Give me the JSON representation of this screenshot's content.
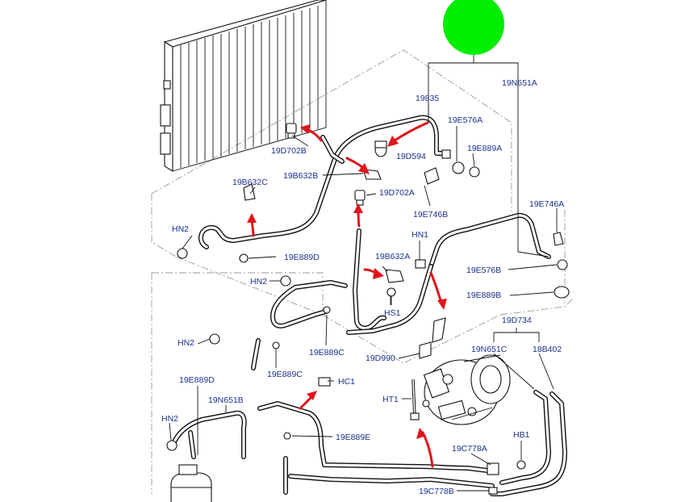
{
  "marker": {
    "color": "#00ee00"
  },
  "colors": {
    "label": "#1c2f8c",
    "arrow": "#e0141c",
    "line": "#111111"
  },
  "labels": {
    "l19835": "19835",
    "l19N651A": "19N651A",
    "l19E576A": "19E576A",
    "l19E889A": "19E889A",
    "l19D594": "19D594",
    "l19D702B": "19D702B",
    "l19B632B": "19B632B",
    "l19D702A": "19D702A",
    "l19B632C": "19B632C",
    "l19E746B": "19E746B",
    "l19E746A": "19E746A",
    "lHN2a": "HN2",
    "l19E889D_top": "19E889D",
    "lHN1": "HN1",
    "l19B632A": "19B632A",
    "l19E576B": "19E576B",
    "lHN2b": "HN2",
    "lHS1": "HS1",
    "l19E889B": "19E889B",
    "l19D734": "19D734",
    "lHN2c": "HN2",
    "l19E889C_a": "19E889C",
    "l19D990": "19D990",
    "l19N651C": "19N651C",
    "l18B402": "18B402",
    "l19E889C_b": "19E889C",
    "lHC1": "HC1",
    "l19E889D_bot": "19E889D",
    "lHT1": "HT1",
    "l19N651B": "19N651B",
    "lHN2d": "HN2",
    "l19E889E": "19E889E",
    "lHB1": "HB1",
    "l19C778A": "19C778A",
    "l19C778B": "19C778B"
  }
}
